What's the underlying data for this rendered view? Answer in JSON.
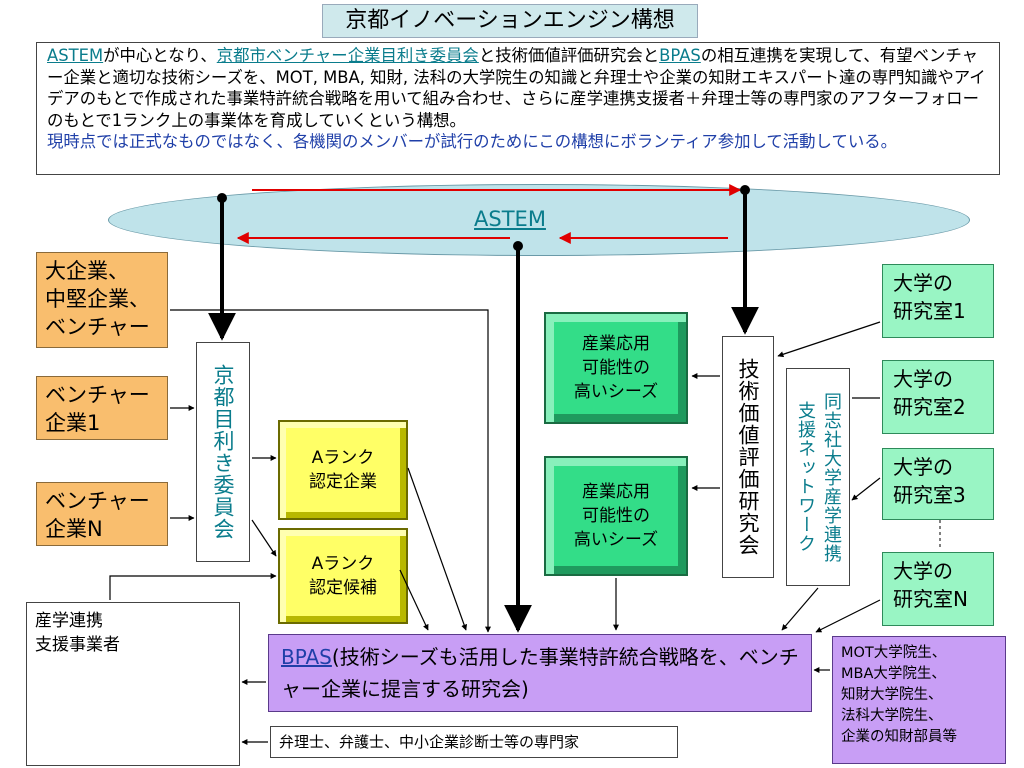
{
  "title": "京都イノベーションエンジン構想",
  "description": {
    "astem_link": "ASTEM",
    "part1": "が中心となり、",
    "committee_link": "京都市ベンチャー企業目利き委員会",
    "part2": "と技術価値評価研究会と",
    "bpas_link": "BPAS",
    "part3": "の相互連携を実現して、有望ベンチャー企業と適切な技術シーズを、MOT, MBA, 知財, 法科の大学院生の知識と弁理士や企業の知財エキスパート達の専門知識やアイデアのもとで作成された事業特許統合戦略を用いて組み合わせ、さらに産学連携支援者＋弁理士等の専門家のアフターフォローのもとで1ランク上の事業体を育成していくという構想。",
    "note": "現時点では正式なものではなく、各機関のメンバーが試行のためにこの構想にボランティア参加して活動している。"
  },
  "hub": {
    "label": "ASTEM"
  },
  "left_companies": [
    {
      "label": "大企業、\n中堅企業、\nベンチャー"
    },
    {
      "label": "ベンチャー\n企業1"
    },
    {
      "label": "ベンチャー\n企業N"
    }
  ],
  "committee_vertical": "京都目利き委員会",
  "rank_boxes": [
    {
      "label": "Aランク\n認定企業"
    },
    {
      "label": "Aランク\n認定候補"
    }
  ],
  "seeds_boxes": [
    {
      "label": "産業応用\n可能性の\n高いシーズ"
    },
    {
      "label": "産業応用\n可能性の\n高いシーズ"
    }
  ],
  "tech_eval_vertical": "技術価値評価研究会",
  "network_vertical_1": "同志社大学産学連携",
  "network_vertical_2": "支援ネットワーク",
  "labs": [
    {
      "label": "大学の\n研究室1"
    },
    {
      "label": "大学の\n研究室2"
    },
    {
      "label": "大学の\n研究室3"
    },
    {
      "label": "大学の\n研究室N"
    }
  ],
  "bpas_box": {
    "link": "BPAS",
    "text": "(技術シーズも活用した事業特許統合戦略を、ベンチャー企業に提言する研究会)"
  },
  "students_box": "MOT大学院生、\nMBA大学院生、\n知財大学院生、\n法科大学院生、\n企業の知財部員等",
  "experts_box": "弁理士、弁護士、中小企業診断士等の専門家",
  "sangaku_box": "産学連携\n支援事業者",
  "colors": {
    "orange": "#f9be6e",
    "green_light": "#99f5c4",
    "green_bevel": "#33dd88",
    "yellow_bevel": "#ffff66",
    "purple": "#c89ef5",
    "hub": "#bfe3ea",
    "link": "#0a7c8c",
    "arrow_red": "#e00000"
  }
}
